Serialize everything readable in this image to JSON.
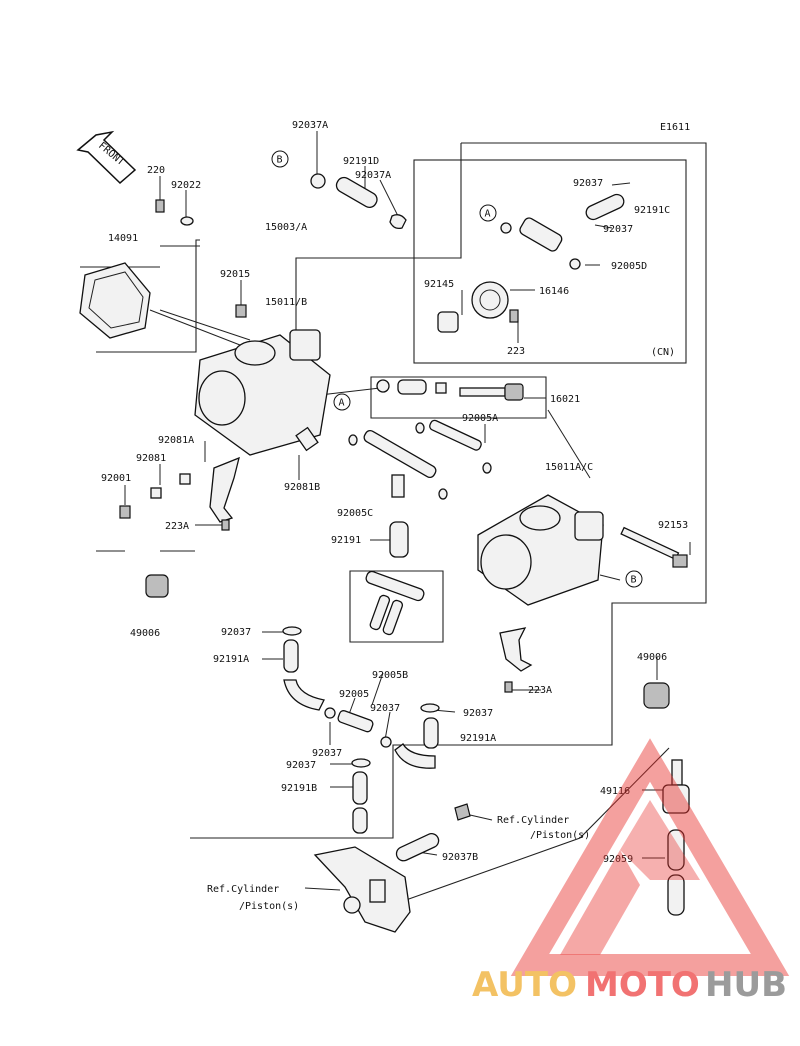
{
  "figure_code": "E1611",
  "front_arrow_text": "FRONT",
  "variant_note": "(CN)",
  "callouts": {
    "A": "A",
    "B": "B"
  },
  "part_labels": {
    "p92037A_top": "92037A",
    "p92191D": "92191D",
    "p92037A_mid": "92037A",
    "p220": "220",
    "p92022": "92022",
    "p14091": "14091",
    "p15003A": "15003/A",
    "p92015": "92015",
    "p15011B": "15011/B",
    "p92037_cn1": "92037",
    "p92191C": "92191C",
    "p92037_cn2": "92037",
    "p92005D": "92005D",
    "p92145": "92145",
    "p16146": "16146",
    "p223": "223",
    "p16021": "16021",
    "p92005A": "92005A",
    "p15011AC": "15011A/C",
    "p92081A": "92081A",
    "p92081": "92081",
    "p92001": "92001",
    "p92081B": "92081B",
    "p223A_left": "223A",
    "p92005C": "92005C",
    "p92191": "92191",
    "p92153": "92153",
    "p49006_left": "49006",
    "p49006_right": "49006",
    "p223A_right": "223A",
    "p92037_low1": "92037",
    "p92191A_left": "92191A",
    "p92005B": "92005B",
    "p92005": "92005",
    "p92037_low2": "92037",
    "p92037_low3": "92037",
    "p92037_low4": "92037",
    "p92037_low5": "92037",
    "p92191A_right": "92191A",
    "p92191B": "92191B",
    "p49116": "49116",
    "p92059": "92059",
    "p92037B": "92037B"
  },
  "reference_notes": {
    "ref_right_line1": "Ref.Cylinder",
    "ref_right_line2": "/Piston(s)",
    "ref_left_line1": "Ref.Cylinder",
    "ref_left_line2": "/Piston(s)"
  },
  "watermark": {
    "part1": "AUTO",
    "part2": "MOTO",
    "part3": "HUB",
    "color1": "#f2b84a",
    "color2": "#ef5a5a",
    "color3": "#8a8a8a",
    "logo_color": "#e8332f"
  },
  "colors": {
    "line": "#222222",
    "background": "#ffffff"
  }
}
